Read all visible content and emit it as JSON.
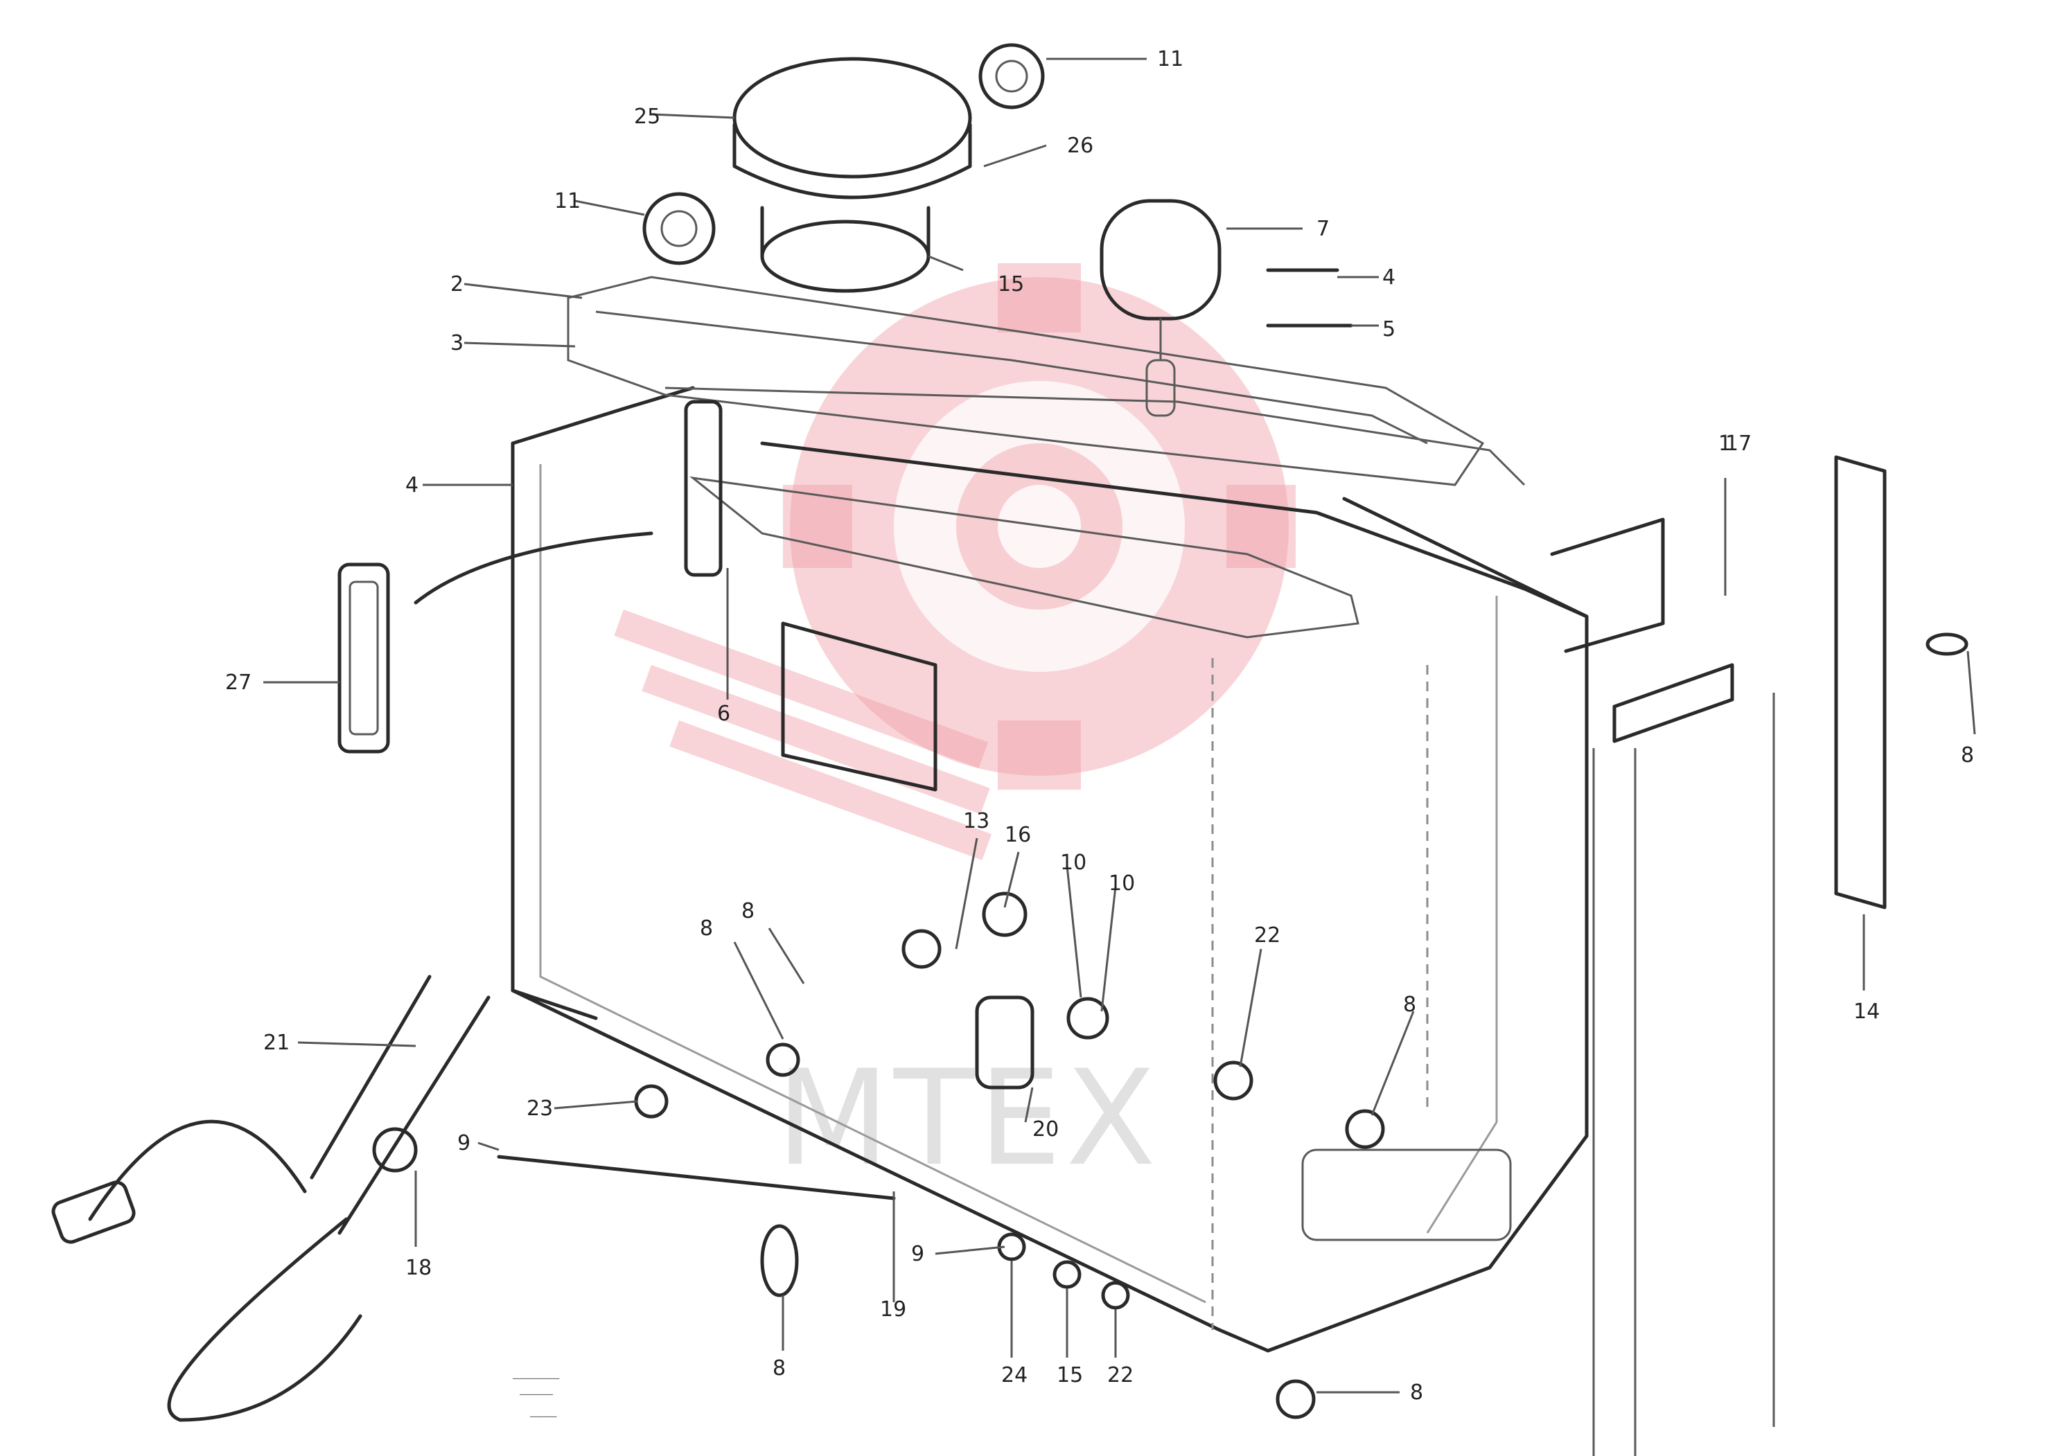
{
  "diagram": {
    "watermark_text": "МТЕХ",
    "callouts": [
      "25",
      "11",
      "11",
      "26",
      "7",
      "2",
      "3",
      "15",
      "4",
      "5",
      "4",
      "1",
      "27",
      "6",
      "13",
      "16",
      "10",
      "10",
      "8",
      "8",
      "22",
      "21",
      "8",
      "20",
      "9",
      "23",
      "18",
      "9",
      "19",
      "8",
      "24",
      "15",
      "22",
      "8",
      "8",
      "14",
      "17"
    ],
    "ref_lines": [
      "———————",
      "—————",
      "————"
    ]
  }
}
